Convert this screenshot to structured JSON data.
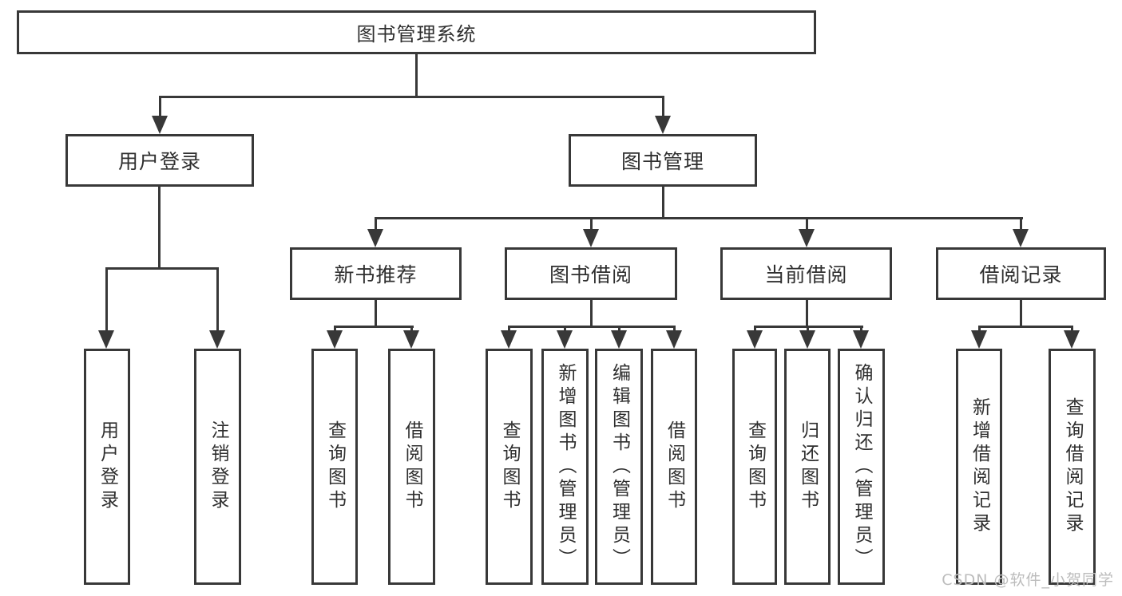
{
  "diagram": {
    "title_node": {
      "label": "图书管理系统"
    },
    "level2": [
      {
        "id": "user-login",
        "label": "用户登录"
      },
      {
        "id": "book-management",
        "label": "图书管理"
      }
    ],
    "level3": [
      {
        "id": "new-book-recommendation",
        "label": "新书推荐",
        "parent": "图书管理"
      },
      {
        "id": "book-borrowing",
        "label": "图书借阅",
        "parent": "图书管理"
      },
      {
        "id": "current-borrowing",
        "label": "当前借阅",
        "parent": "图书管理"
      },
      {
        "id": "borrowing-records",
        "label": "借阅记录",
        "parent": "图书管理"
      }
    ],
    "leaves": [
      {
        "label": "用户登录",
        "parent": "用户登录"
      },
      {
        "label": "注销登录",
        "parent": "用户登录"
      },
      {
        "label": "查询图书",
        "parent": "新书推荐"
      },
      {
        "label": "借阅图书",
        "parent": "新书推荐"
      },
      {
        "label": "查询图书",
        "parent": "图书借阅"
      },
      {
        "label": "新增图书（管理员）",
        "parent": "图书借阅"
      },
      {
        "label": "编辑图书（管理员）",
        "parent": "图书借阅"
      },
      {
        "label": "借阅图书",
        "parent": "图书借阅"
      },
      {
        "label": "查询图书",
        "parent": "当前借阅"
      },
      {
        "label": "归还图书",
        "parent": "当前借阅"
      },
      {
        "label": "确认归还（管理员）",
        "parent": "当前借阅"
      },
      {
        "label": "新增借阅记录",
        "parent": "借阅记录"
      },
      {
        "label": "查询借阅记录",
        "parent": "借阅记录"
      }
    ],
    "watermark": "CSDN @软件_小贺同学",
    "colors": {
      "line": "#383838",
      "text": "#2f2f2f",
      "watermark": "#bcbcbc",
      "background": "#ffffff"
    }
  }
}
